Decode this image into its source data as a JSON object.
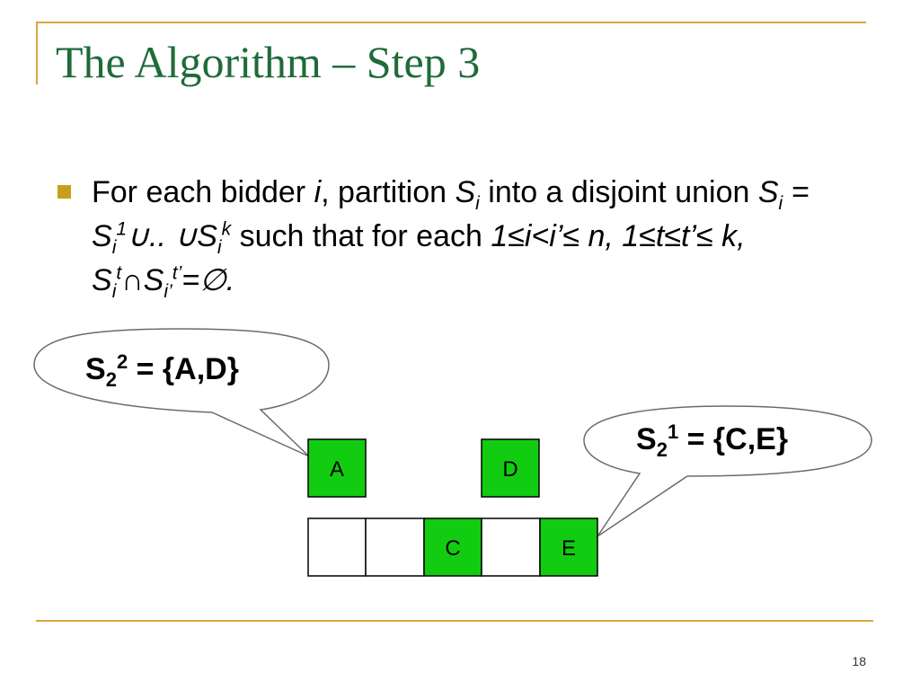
{
  "slide": {
    "title": "The Algorithm – Step 3",
    "page_number": "18"
  },
  "bullet": {
    "p1": "For each bidder ",
    "p2": "i",
    "p3": ", partition ",
    "p4": "S",
    "p5": "i",
    "p6": " into a disjoint union ",
    "p7": "S",
    "p8": "i",
    "p9": " = S",
    "p10": "i",
    "p11": "1",
    "p12": "∪.. ∪S",
    "p13": "i",
    "p14": "k",
    "p15": " such that for each ",
    "p16": "1≤i<i’≤ n, 1≤t≤t’≤ k, S",
    "p17": "i",
    "p18": "t",
    "p19": "∩S",
    "p20": "i’",
    "p21": "t’",
    "p22": "=∅."
  },
  "callouts": {
    "left": {
      "base": "S",
      "sub": "2",
      "sup": "2",
      "rest": " = {A,D}"
    },
    "right": {
      "base": "S",
      "sub": "2",
      "sup": "1",
      "rest": " = {C,E}"
    }
  },
  "cells": {
    "top_a": "A",
    "top_d": "D",
    "row": [
      "",
      "",
      "C",
      "",
      "E"
    ]
  },
  "colors": {
    "title": "#1f6b3a",
    "frame": "#dba63a",
    "bullet": "#c7a01a",
    "cell_fill": "#12cc12"
  }
}
